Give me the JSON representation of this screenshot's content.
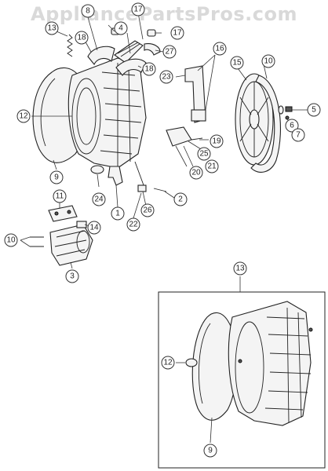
{
  "watermark": "AppliancePartsPros.com",
  "callouts": [
    {
      "label": "8"
    },
    {
      "label": "17"
    },
    {
      "label": "4"
    },
    {
      "label": "17"
    },
    {
      "label": "13"
    },
    {
      "label": "18"
    },
    {
      "label": "27"
    },
    {
      "label": "18"
    },
    {
      "label": "16"
    },
    {
      "label": "15"
    },
    {
      "label": "10"
    },
    {
      "label": "23"
    },
    {
      "label": "12"
    },
    {
      "label": "5"
    },
    {
      "label": "6"
    },
    {
      "label": "7"
    },
    {
      "label": "19"
    },
    {
      "label": "25"
    },
    {
      "label": "20"
    },
    {
      "label": "21"
    },
    {
      "label": "9"
    },
    {
      "label": "24"
    },
    {
      "label": "1"
    },
    {
      "label": "26"
    },
    {
      "label": "2"
    },
    {
      "label": "11"
    },
    {
      "label": "22"
    },
    {
      "label": "14"
    },
    {
      "label": "10"
    },
    {
      "label": "3"
    },
    {
      "label": "13"
    },
    {
      "label": "12"
    },
    {
      "label": "9"
    }
  ]
}
